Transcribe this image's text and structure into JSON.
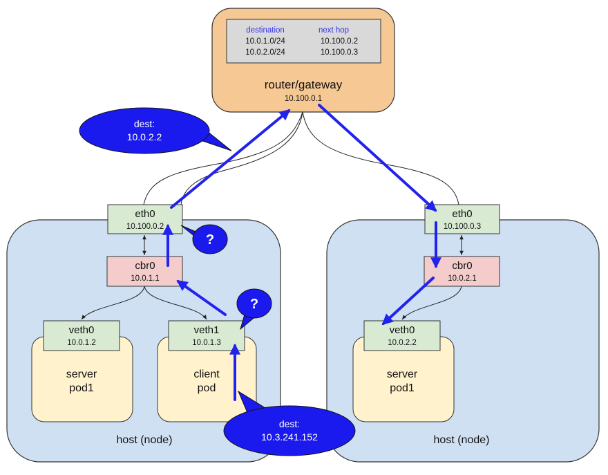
{
  "router": {
    "label": "router/gateway",
    "ip": "10.100.0.1",
    "table": {
      "headers": [
        "destination",
        "next hop"
      ],
      "rows": [
        [
          "10.0.1.0/24",
          "10.100.0.2"
        ],
        [
          "10.0.2.0/24",
          "10.100.0.3"
        ]
      ]
    }
  },
  "hosts": [
    {
      "label": "host (node)",
      "eth0": {
        "name": "eth0",
        "ip": "10.100.0.2"
      },
      "cbr0": {
        "name": "cbr0",
        "ip": "10.0.1.1"
      },
      "veths": [
        {
          "name": "veth0",
          "ip": "10.0.1.2",
          "pod": [
            "server",
            "pod1"
          ]
        },
        {
          "name": "veth1",
          "ip": "10.0.1.3",
          "pod": [
            "client",
            "pod"
          ]
        }
      ]
    },
    {
      "label": "host (node)",
      "eth0": {
        "name": "eth0",
        "ip": "10.100.0.3"
      },
      "cbr0": {
        "name": "cbr0",
        "ip": "10.0.2.1"
      },
      "veths": [
        {
          "name": "veth0",
          "ip": "10.0.2.2",
          "pod": [
            "server",
            "pod1"
          ]
        }
      ]
    }
  ],
  "callouts": {
    "dest_top": [
      "dest:",
      "10.0.2.2"
    ],
    "dest_bottom": [
      "dest:",
      "10.3.241.152"
    ],
    "question": "?"
  },
  "colors": {
    "router_fill": "#f6c894",
    "table_fill": "#d9d9d9",
    "table_header": "#3333ee",
    "host_fill": "#cfe0f3",
    "eth_fill": "#d9ead3",
    "cbr_fill": "#f4cccc",
    "pod_fill": "#fff2cc",
    "arrow": "#2222ee",
    "callout_fill": "#1a1aee"
  }
}
